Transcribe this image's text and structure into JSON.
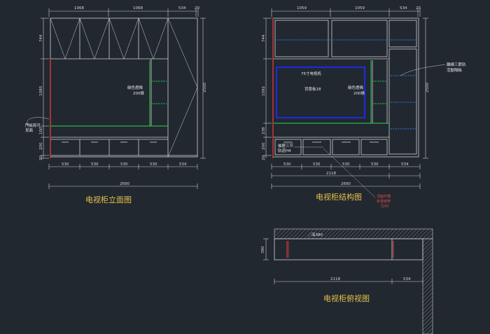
{
  "colors": {
    "background": "#212830",
    "line": "#d4d4d4",
    "red": "#d83a3a",
    "green": "#2fb34a",
    "blue": "#1f2ad8",
    "dashed_blue": "#3a7ad8",
    "title": "#e6c04a"
  },
  "elevation": {
    "title": "电视柜立面图",
    "top_dims": [
      "1068",
      "1068",
      "534",
      "20"
    ],
    "left_dims": [
      "744",
      "1080",
      "100",
      "200",
      "20"
    ],
    "right_dim": "2500",
    "bottom_dims": [
      "530",
      "530",
      "530",
      "530",
      "534"
    ],
    "total_width": "2690",
    "note_lines": [
      "門板和可",
      "見面"
    ],
    "callout": [
      "碳色燈條",
      "200條"
    ]
  },
  "structure": {
    "title": "电视柜结构图",
    "top_dims": [
      "1059",
      "1059",
      "534",
      "20"
    ],
    "left_dims": [
      "744",
      "1092",
      "238",
      "200",
      "20"
    ],
    "right_dim": "2500",
    "bottom_dims": [
      "530",
      "530",
      "530",
      "530",
      "534"
    ],
    "mid_dim": "2118",
    "total_width": "2690",
    "tv_label": "75寸电视机",
    "back_board": "背景板18",
    "callout": [
      "碳色燈條",
      "200條"
    ],
    "drawer_note": [
      "抽屉三节",
      "轨道H4"
    ],
    "right_note": [
      "離線三節轨",
      "活動隔板"
    ],
    "red_note": [
      "顶面开槽",
      "走電線穿",
      "孔50"
    ]
  },
  "plan": {
    "title": "电视柜俯视图",
    "depth_dim": "380",
    "width_dims": [
      "2118",
      "534"
    ],
    "note": "深380"
  }
}
